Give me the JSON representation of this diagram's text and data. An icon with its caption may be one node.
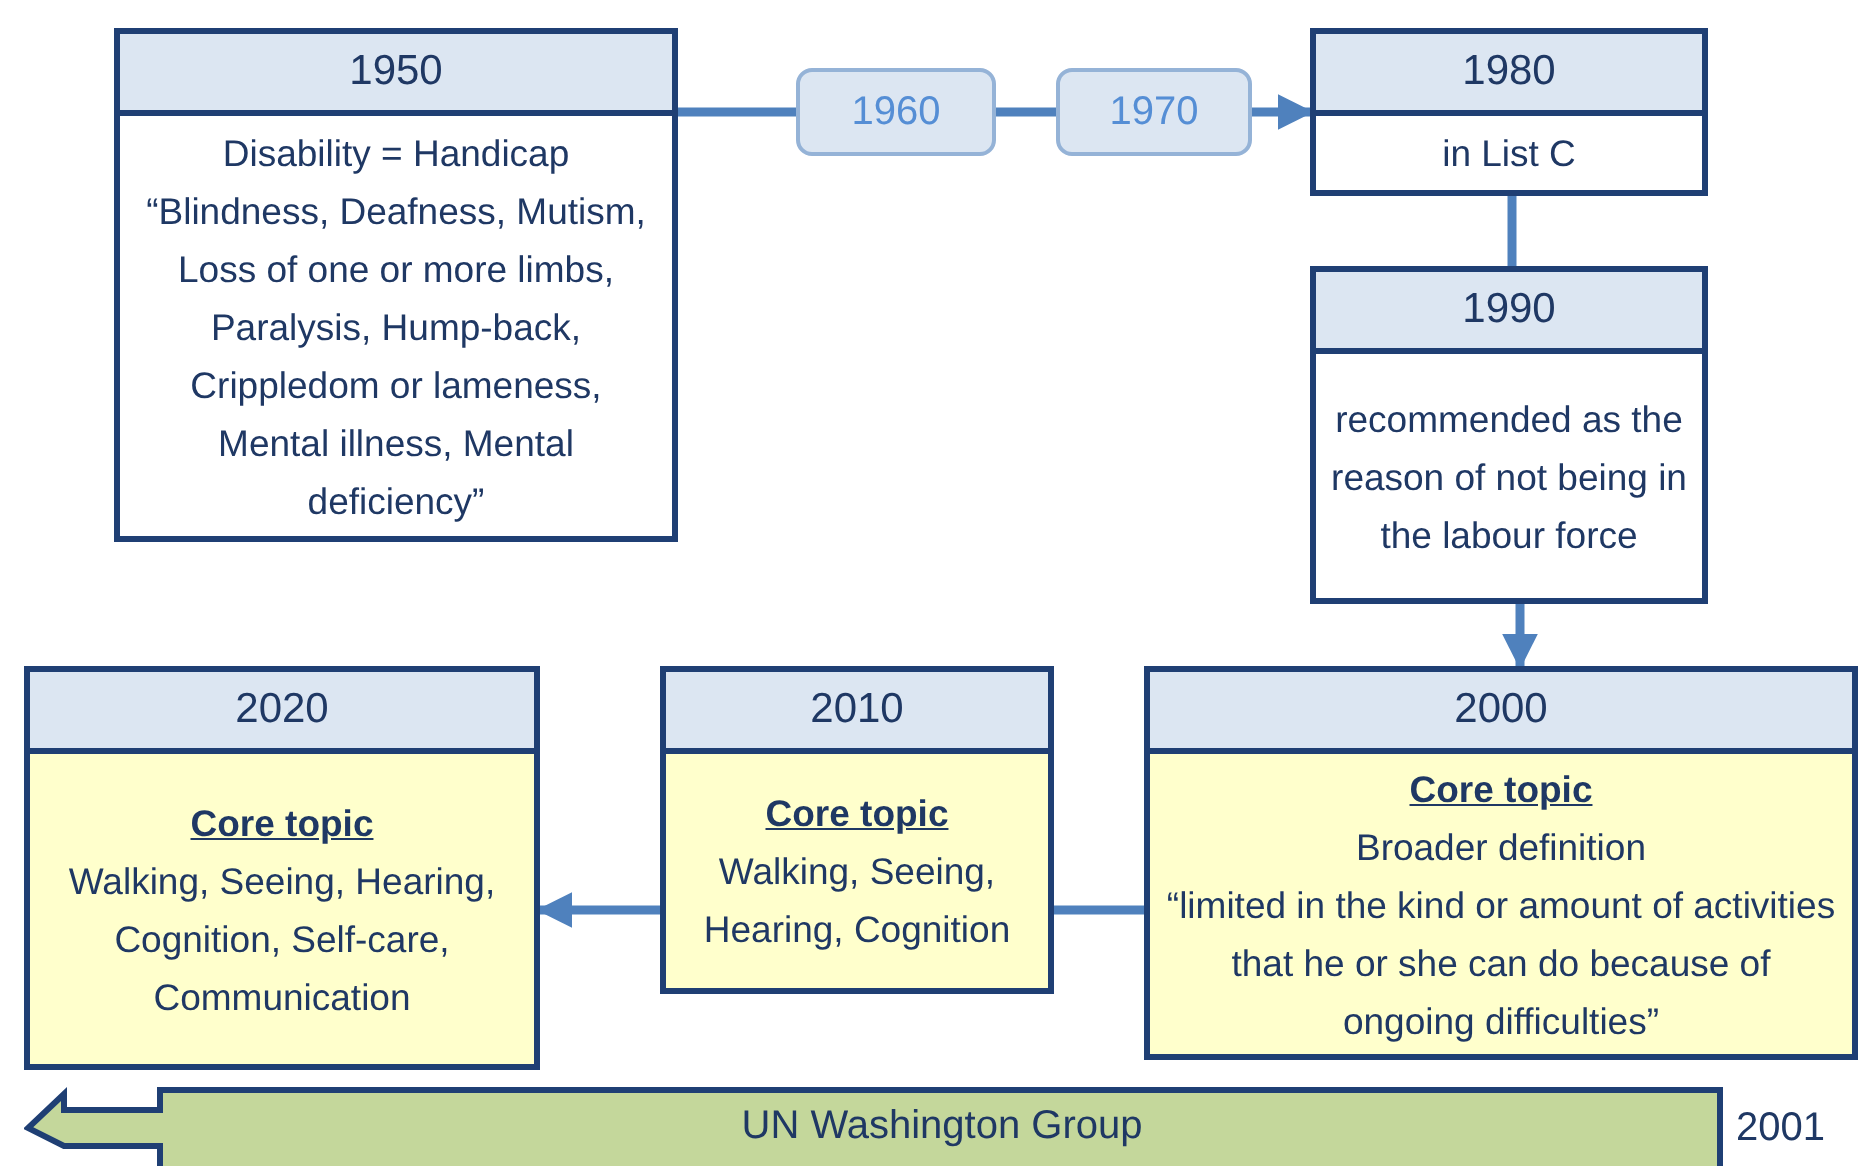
{
  "diagram": {
    "nodes": [
      {
        "text": [
          "1950",
          "Disability = Handicap",
          "“Blindness, Deafness, Mutism, Loss of one or more limbs, Paralysis, Hump-back, Crippledom or lameness, Mental illness, Mental deficiency”"
        ]
      },
      {
        "text": [
          "1960"
        ]
      },
      {
        "text": [
          "1970"
        ]
      },
      {
        "text": [
          "1980",
          "in List C"
        ]
      },
      {
        "text": [
          "1990",
          "recommended as the reason of not being in the labour force"
        ]
      },
      {
        "text": [
          "2000",
          "Core topic",
          "Broader definition",
          "“limited in the kind or amount of activities that he or she can do because of ongoing difficulties”"
        ]
      },
      {
        "text": [
          "2010",
          "Core topic",
          "Walking, Seeing, Hearing, Cognition"
        ]
      },
      {
        "text": [
          "2020",
          "Core topic",
          "Walking, Seeing, Hearing, Cognition, Self-care, Communication"
        ]
      },
      {
        "text": [
          "UN Washington Group"
        ],
        "beside": [
          "2001"
        ]
      }
    ],
    "edges": [
      {
        "from": 0,
        "to": 1,
        "arrow": "none"
      },
      {
        "from": 1,
        "to": 2,
        "arrow": "none"
      },
      {
        "from": 2,
        "to": 3,
        "arrow": "to"
      },
      {
        "from": 3,
        "to": 4,
        "arrow": "none"
      },
      {
        "from": 4,
        "to": 5,
        "arrow": "to"
      },
      {
        "from": 5,
        "to": 6,
        "arrow": "none"
      },
      {
        "from": 6,
        "to": 7,
        "arrow": "to"
      }
    ]
  }
}
